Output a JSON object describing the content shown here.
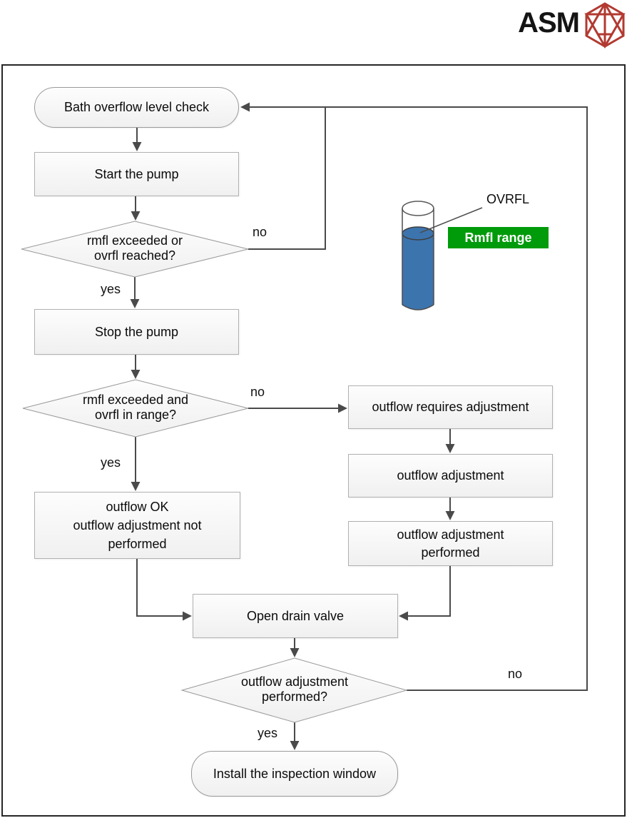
{
  "logo": {
    "text": "ASM",
    "icon": "asm-hexagon-icon",
    "icon_color": "#b23a31"
  },
  "flowchart": {
    "nodes": {
      "start": {
        "lines": [
          "Bath overflow level check"
        ]
      },
      "start_pump": {
        "lines": [
          "Start the pump"
        ]
      },
      "decision1": {
        "lines": [
          "rmfl exceeded or",
          "ovrfl reached?"
        ]
      },
      "stop_pump": {
        "lines": [
          "Stop the pump"
        ]
      },
      "decision2": {
        "lines": [
          "rmfl exceeded and",
          "ovrfl in range?"
        ]
      },
      "outflow_ok": {
        "lines": [
          "outflow OK",
          "outflow adjustment not",
          "performed"
        ]
      },
      "outflow_requires": {
        "lines": [
          "outflow requires adjustment"
        ]
      },
      "outflow_adjustment": {
        "lines": [
          "outflow adjustment"
        ]
      },
      "outflow_performed": {
        "lines": [
          "outflow adjustment",
          "performed"
        ]
      },
      "open_drain": {
        "lines": [
          "Open drain valve"
        ]
      },
      "decision3": {
        "lines": [
          "outflow adjustment",
          "performed?"
        ]
      },
      "end": {
        "lines": [
          "Install the inspection window"
        ]
      }
    },
    "edge_labels": {
      "decision1_no": "no",
      "decision1_yes": "yes",
      "decision2_no": "no",
      "decision2_yes": "yes",
      "decision3_no": "no",
      "decision3_yes": "yes"
    }
  },
  "illustration": {
    "ovrfl_label": "OVRFL",
    "rmfl_badge_label": "Rmfl range",
    "badge_color": "#009b0a",
    "liquid_color": "#3c74ae"
  },
  "colors": {
    "accent_green": "#009b0a",
    "liquid_blue": "#3c74ae",
    "logo_red": "#b23a31",
    "connector_gray": "#4a4a4a",
    "box_border": "#b0b0b0",
    "outer_border": "#262626"
  }
}
